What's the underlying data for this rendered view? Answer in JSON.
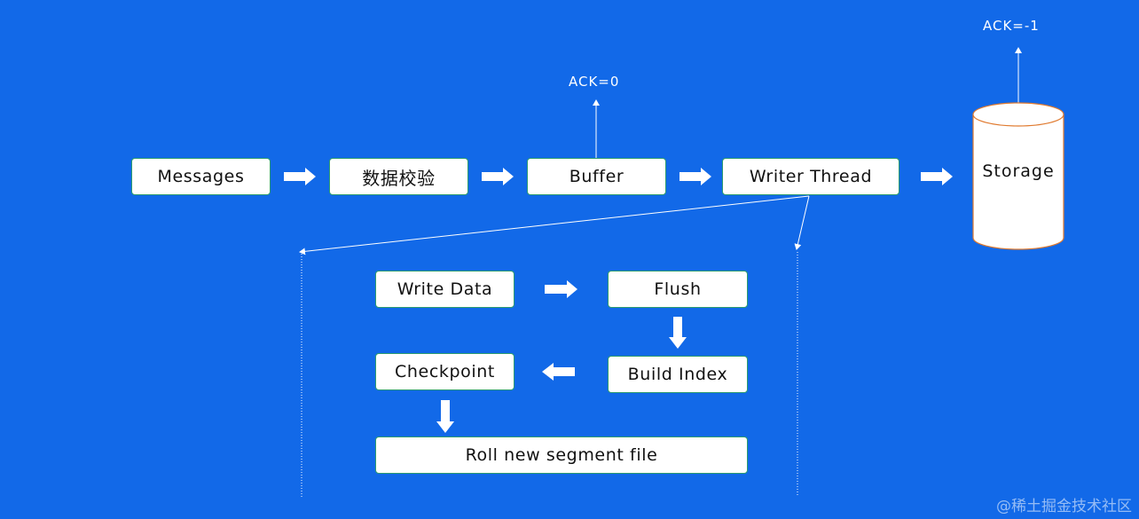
{
  "nodes": {
    "messages": "Messages",
    "validation": "数据校验",
    "buffer": "Buffer",
    "writer_thread": "Writer Thread",
    "storage": "Storage",
    "write_data": "Write Data",
    "flush": "Flush",
    "checkpoint": "Checkpoint",
    "build_index": "Build Index",
    "roll_segment": "Roll new segment file"
  },
  "ack_labels": {
    "buffer_ack": "ACK=0",
    "storage_ack": "ACK=-1"
  },
  "watermark": "@稀土掘金技术社区",
  "colors": {
    "background": "#1269e8",
    "box_fill": "#ffffff",
    "box_border": "#2d9c6f",
    "arrow": "#ffffff"
  }
}
